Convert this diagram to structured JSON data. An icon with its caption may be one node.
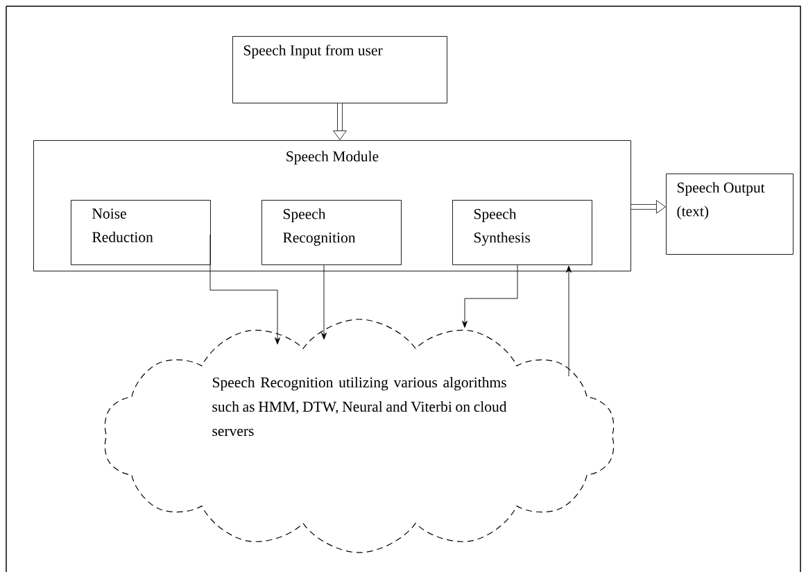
{
  "diagram": {
    "nodes": [
      {
        "text": [
          "Speech Input from user"
        ]
      },
      {
        "text": [
          "Speech Module"
        ]
      },
      {
        "text": [
          "Noise Reduction"
        ],
        "in": 1
      },
      {
        "text": [
          "Speech Recognition"
        ],
        "in": 1
      },
      {
        "text": [
          "Speech Synthesis"
        ],
        "in": 1
      },
      {
        "text": [
          "Speech Output (text)"
        ]
      },
      {
        "text": [
          "Speech Recognition utilizing various algorithms such as HMM, DTW, Neural and Viterbi on cloud servers"
        ]
      }
    ],
    "edges": [
      {
        "from": 0,
        "to": 1,
        "arrow": "to",
        "style": "thick"
      },
      {
        "from": 1,
        "to": 5,
        "arrow": "to",
        "style": "thick"
      },
      {
        "from": 2,
        "to": 6,
        "arrow": "to"
      },
      {
        "from": 3,
        "to": 6,
        "arrow": "to"
      },
      {
        "from": 4,
        "to": 6,
        "arrow": "to"
      },
      {
        "from": 6,
        "to": 4,
        "arrow": "to"
      }
    ]
  }
}
